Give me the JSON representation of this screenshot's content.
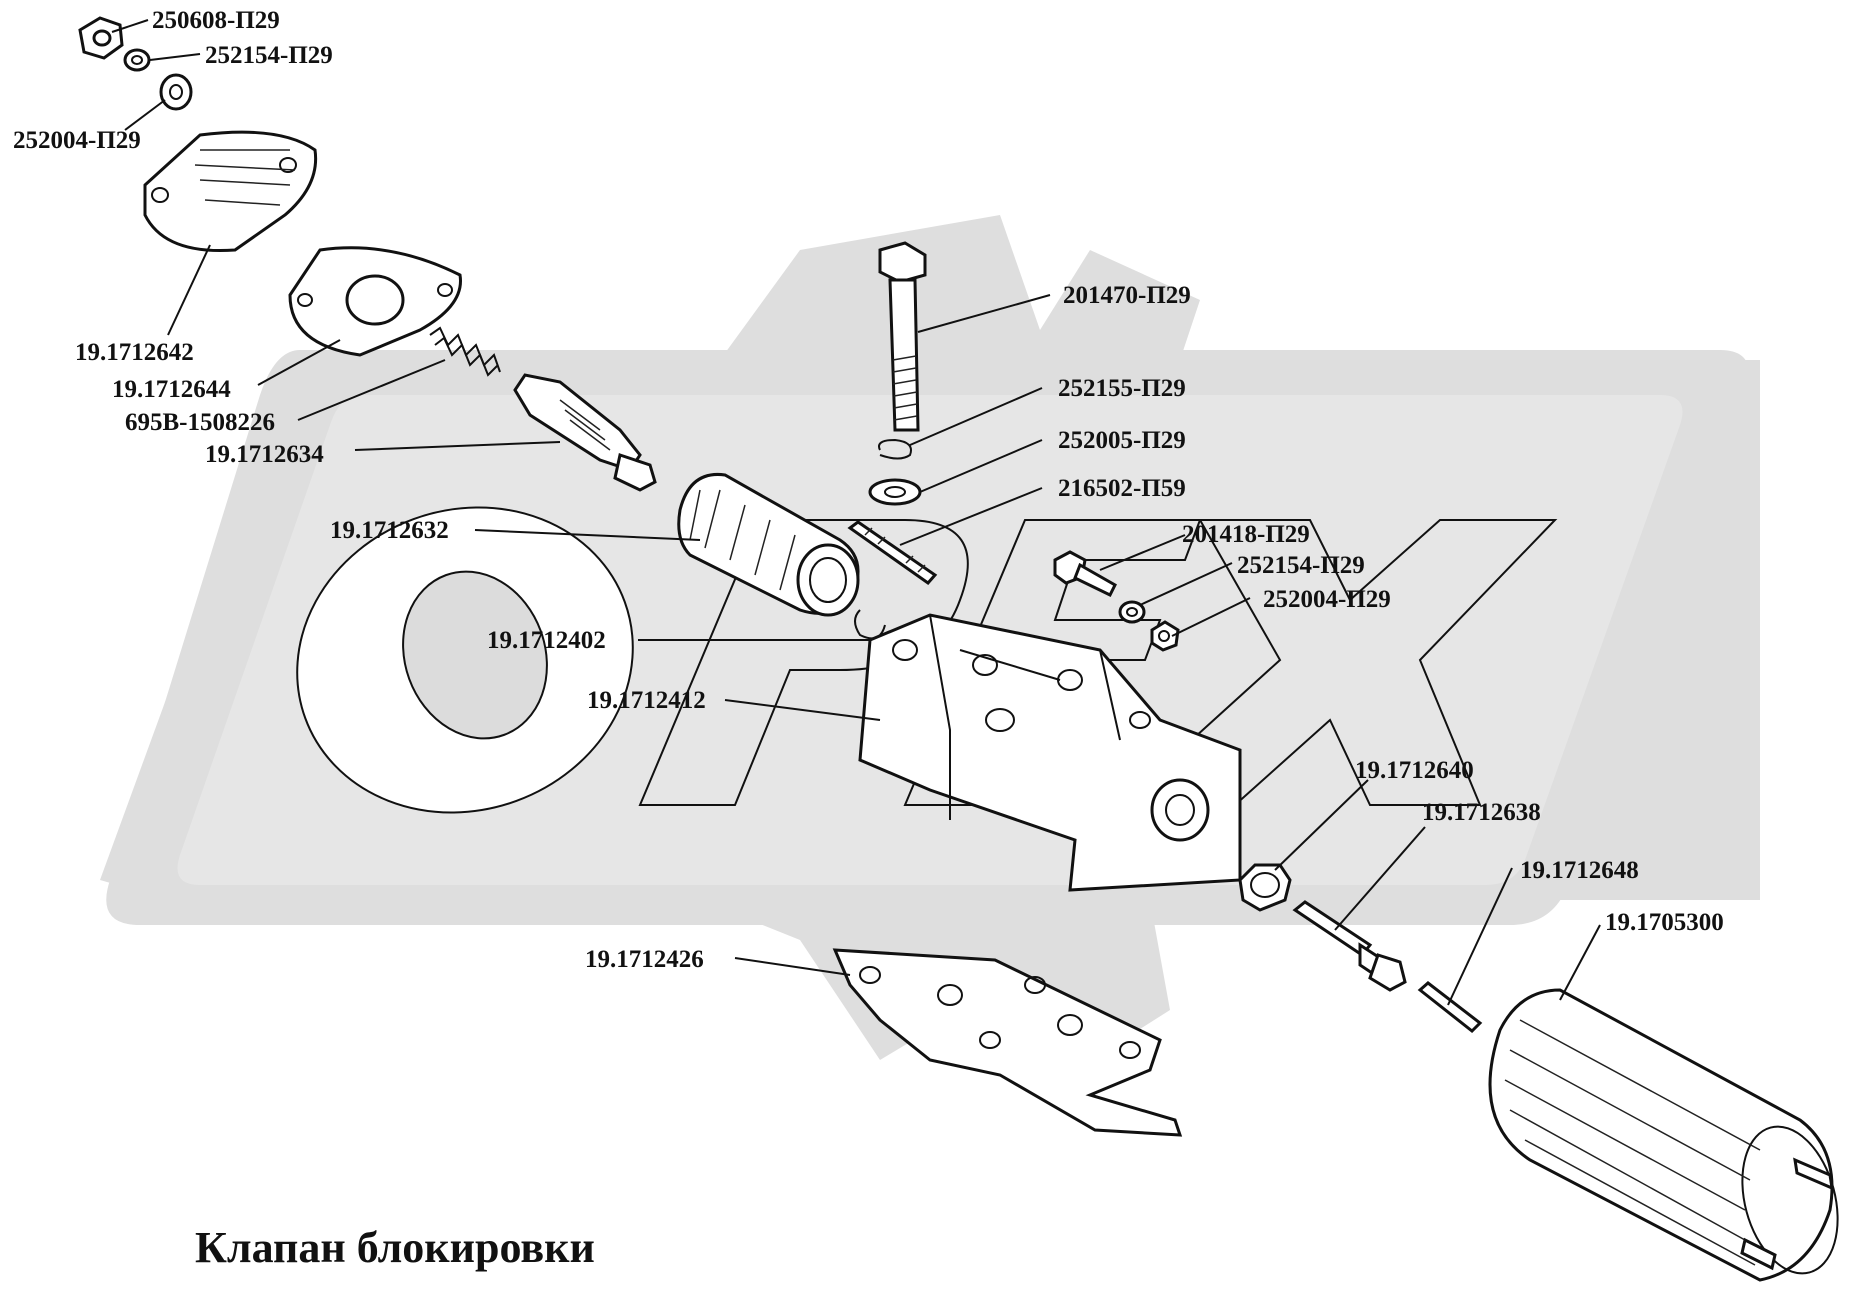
{
  "title": "Клапан блокировки",
  "watermark": {
    "text": "ОРЕХ",
    "color": "#dcdcdc"
  },
  "labels": [
    {
      "id": "l01",
      "text": "250608-П29"
    },
    {
      "id": "l02",
      "text": "252154-П29"
    },
    {
      "id": "l03",
      "text": "252004-П29"
    },
    {
      "id": "l04",
      "text": "19.1712642"
    },
    {
      "id": "l05",
      "text": "19.1712644"
    },
    {
      "id": "l06",
      "text": "695В-1508226"
    },
    {
      "id": "l07",
      "text": "19.1712634"
    },
    {
      "id": "l08",
      "text": "19.1712632"
    },
    {
      "id": "l09",
      "text": "19.1712402"
    },
    {
      "id": "l10",
      "text": "19.1712412"
    },
    {
      "id": "l11",
      "text": "201470-П29"
    },
    {
      "id": "l12",
      "text": "252155-П29"
    },
    {
      "id": "l13",
      "text": "252005-П29"
    },
    {
      "id": "l14",
      "text": "216502-П59"
    },
    {
      "id": "l15",
      "text": "201418-П29"
    },
    {
      "id": "l16",
      "text": "252154-П29"
    },
    {
      "id": "l17",
      "text": "252004-П29"
    },
    {
      "id": "l18",
      "text": "19.1712640"
    },
    {
      "id": "l19",
      "text": "19.1712638"
    },
    {
      "id": "l20",
      "text": "19.1712648"
    },
    {
      "id": "l21",
      "text": "19.1705300"
    },
    {
      "id": "l22",
      "text": "19.1712426"
    }
  ]
}
